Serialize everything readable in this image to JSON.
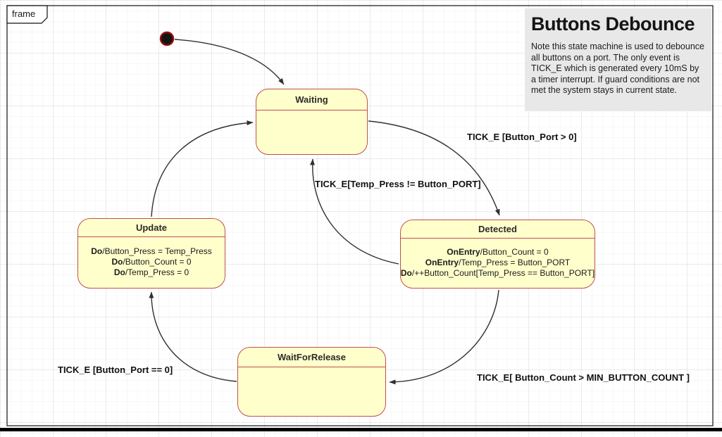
{
  "frame": {
    "label": "frame"
  },
  "title_block": {
    "title": "Buttons Debounce",
    "note": "Note this state machine is used to debounce all buttons on a port. The only event is TICK_E which is generated every 10mS by a timer interrupt. If guard conditions are not met the system stays in current state."
  },
  "states": {
    "waiting": {
      "title": "Waiting"
    },
    "detected": {
      "title": "Detected",
      "lines": [
        {
          "prefix": "OnEntry",
          "rest": "/Button_Count = 0"
        },
        {
          "prefix": "OnEntry",
          "rest": "/Temp_Press = Button_PORT"
        },
        {
          "prefix": "Do",
          "rest": "/++Button_Count[Temp_Press == Button_PORT]"
        }
      ]
    },
    "update": {
      "title": "Update",
      "lines": [
        {
          "prefix": "Do",
          "rest": "/Button_Press = Temp_Press"
        },
        {
          "prefix": "Do",
          "rest": "/Button_Count = 0"
        },
        {
          "prefix": "Do",
          "rest": "/Temp_Press = 0"
        }
      ]
    },
    "wait_for_release": {
      "title": "WaitForRelease"
    }
  },
  "transitions": {
    "waiting_to_detected": "TICK_E [Button_Port > 0]",
    "detected_to_waiting": "TICK_E[Temp_Press != Button_PORT]",
    "detected_to_wait_for_release": "TICK_E[ Button_Count > MIN_BUTTON_COUNT ]",
    "wait_for_release_to_update": "TICK_E [Button_Port == 0]"
  },
  "colors": {
    "state_fill": "#ffffcc",
    "state_border": "#c0504d",
    "note_background": "#e8e8e8",
    "edge": "#2f2f2f",
    "initial_dot_fill": "#141414",
    "initial_dot_ring": "#8f0f0f"
  }
}
